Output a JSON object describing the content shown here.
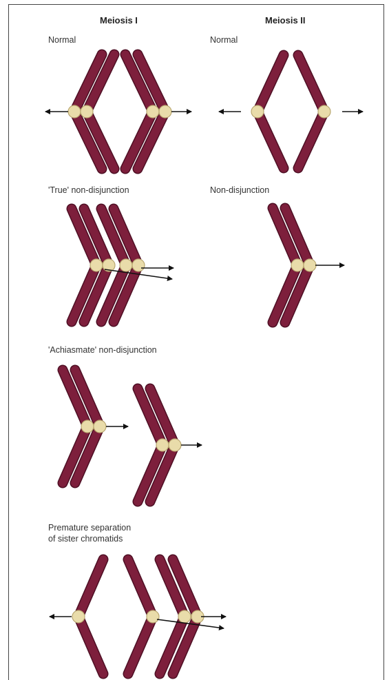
{
  "columns": {
    "meiosis1": "Meiosis I",
    "meiosis2": "Meiosis II"
  },
  "panels": {
    "normal_m1": "Normal",
    "normal_m2": "Normal",
    "true_nd": "'True' non-disjunction",
    "nd_m2": "Non-disjunction",
    "achiasmate": "'Achiasmate' non-disjunction",
    "premature_line1": "Premature separation",
    "premature_line2": "of sister chromatids"
  },
  "colors": {
    "chromatid": "#7d1f3c",
    "chromatid_edge": "#4e0f24",
    "centromere": "#e9dcaa",
    "centromere_edge": "#b9a770",
    "arrow": "#111111"
  }
}
